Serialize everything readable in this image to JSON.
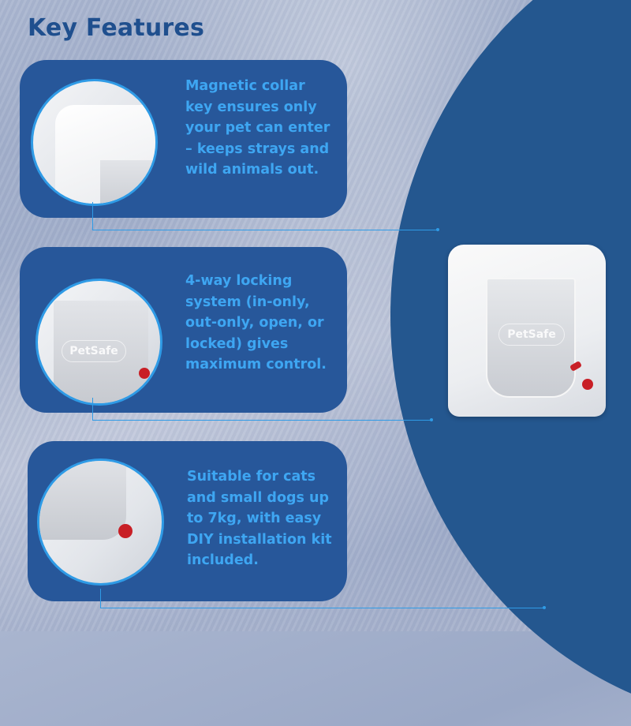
{
  "title": "Key Features",
  "features": [
    {
      "text": "Magnetic collar key ensures only your pet can enter – keeps strays and wild animals out.",
      "image": "cat-flap-corner-closeup"
    },
    {
      "text": "4-way locking system (in-only, out-only, open, or locked) gives maximum control.",
      "image": "cat-flap-door-closeup",
      "logo": "PetSafe"
    },
    {
      "text": "Suitable for cats and small dogs up to 7kg, with easy DIY installation kit included.",
      "image": "cat-flap-lock-knob-closeup"
    }
  ],
  "product": {
    "logo": "PetSafe",
    "image": "petsafe-cat-flap"
  },
  "colors": {
    "title": "#1f4f8e",
    "card": "#27579a",
    "accent": "#3ea6f2",
    "arc": "#24578f",
    "lock": "#c81f26"
  }
}
